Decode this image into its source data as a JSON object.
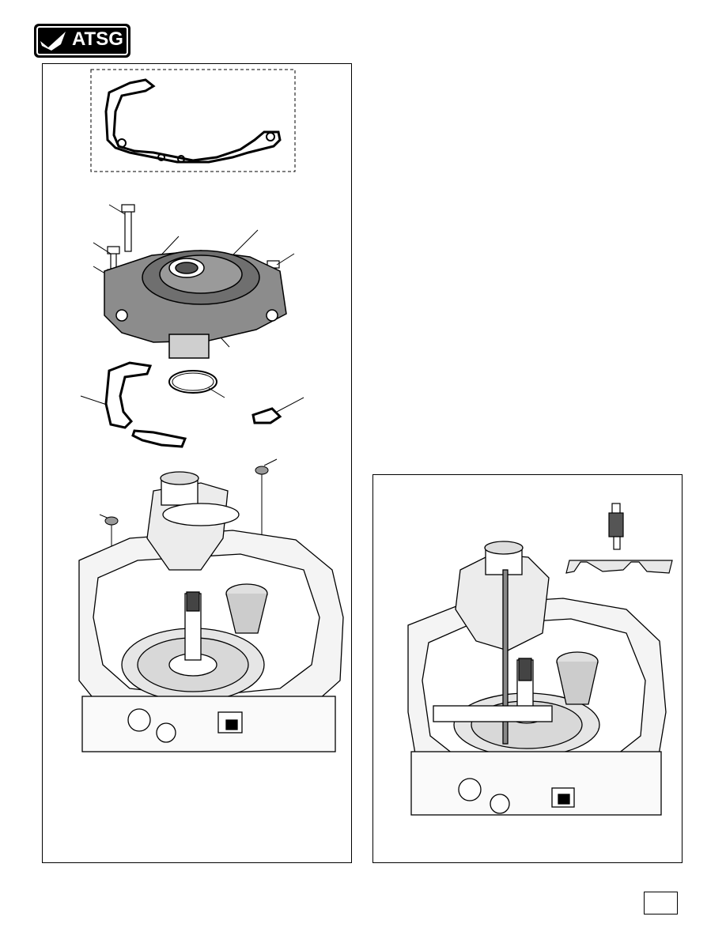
{
  "header": {
    "logo_text": "ATSG"
  },
  "figures": [
    {
      "name": "exploded-view-gasket-cover-assembly"
    },
    {
      "name": "depth-measurement-view"
    }
  ]
}
